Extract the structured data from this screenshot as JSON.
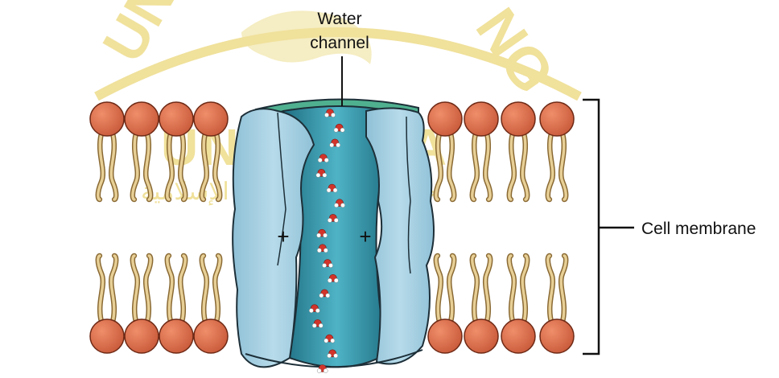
{
  "labels": {
    "water_channel_line1": "Water",
    "water_channel_line2": "channel",
    "cell_membrane": "Cell membrane",
    "charge_left": "+",
    "charge_right": "+"
  },
  "watermark": {
    "wordmark": "UNISSULA",
    "arabic": "جامعة سلطان أجونج الإسلامية",
    "ring_left": "UN",
    "ring_right": "NG",
    "color": "#e3c84a"
  },
  "colors": {
    "head_fill": "#c95b3b",
    "head_edge": "#6f2a16",
    "tail": "#e7cf95",
    "tail_edge": "#8a6a34",
    "protein": "#a9d0e3",
    "protein_edge": "#1d2f38",
    "pore": "#3aa0b3",
    "pore_dark": "#1f6f82",
    "pore_top": "#4fb08f"
  },
  "water_molecule_count": 18
}
